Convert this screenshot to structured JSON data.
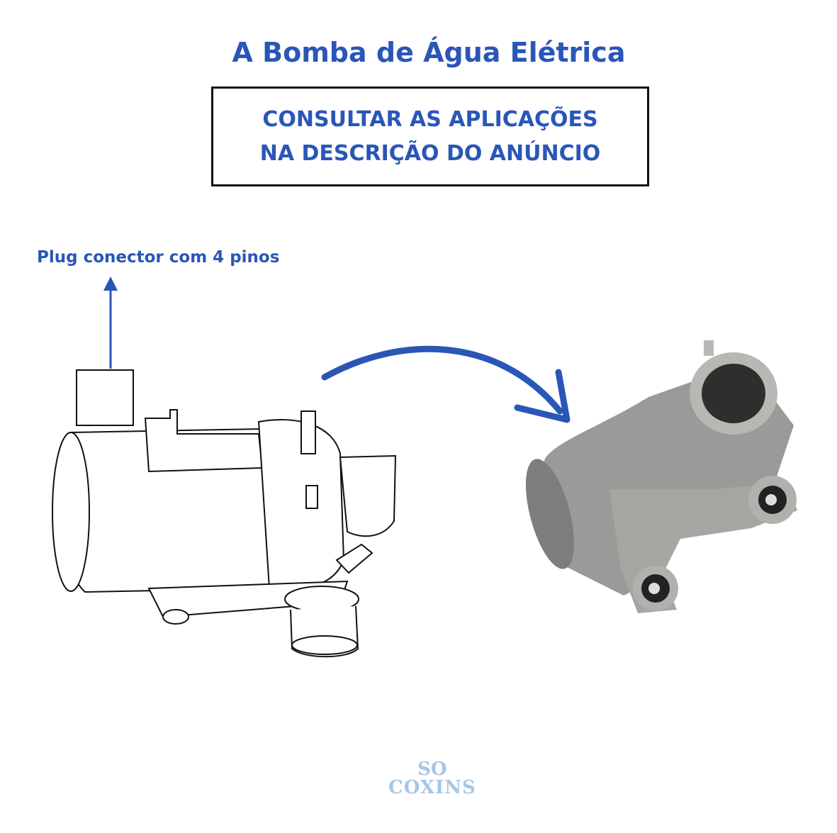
{
  "title": "A Bomba de Água Elétrica",
  "notice": {
    "line1": "CONSULTAR AS APLICAÇÕES",
    "line2": "NA DESCRIÇÃO DO ANÚNCIO"
  },
  "callout": "Plug conector com 4 pinos",
  "logo": {
    "line1": "SO",
    "line2": "COXINS"
  },
  "colors": {
    "accent": "#2a56b8",
    "logo": "#a7c6e4"
  }
}
